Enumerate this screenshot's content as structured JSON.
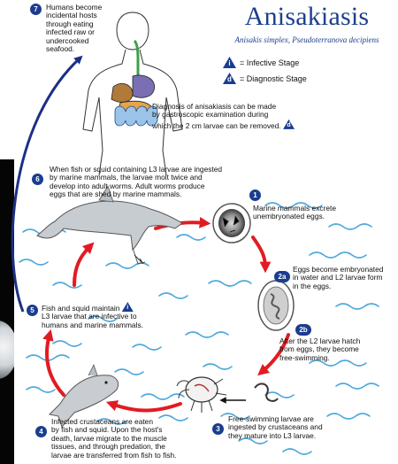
{
  "title": "Anisakiasis",
  "subtitle": "Anisakis simplex, Pseudoterranova decipiens",
  "legend": {
    "infective": {
      "symbol": "i",
      "label": "= Infective Stage"
    },
    "diagnostic": {
      "symbol": "d",
      "label": "= Diagnostic Stage"
    }
  },
  "diagnosis": {
    "lines": [
      "Diagnosis of anisakiasis can be made",
      "by gastroscopic examination during",
      "which the 2 cm larvae can be removed."
    ],
    "symbol": "d"
  },
  "steps": {
    "s7": {
      "num": "7",
      "lines": [
        "Humans become",
        "incidental hosts",
        "through eating",
        "infected raw or",
        "undercooked",
        "seafood."
      ]
    },
    "s6": {
      "num": "6",
      "lines": [
        "When fish or squid containing L3 larvae are ingested",
        "by marine mammals, the larvae molt twice and",
        "develop into adult worms.  Adult worms produce",
        "eggs that are shed by marine mammals."
      ]
    },
    "s1": {
      "num": "1",
      "lines": [
        "Marine mammals excrete",
        "unembryonated eggs."
      ]
    },
    "s2a": {
      "num": "2a",
      "lines": [
        "Eggs become embryonated",
        "in water and L2 larvae form",
        "in the eggs."
      ]
    },
    "s2b": {
      "num": "2b",
      "lines": [
        "After the L2 larvae hatch",
        "from eggs, they become",
        "free-swimming."
      ]
    },
    "s3": {
      "num": "3",
      "lines": [
        "Free-swimming larvae are",
        "ingested by crustaceans and",
        "they mature into L3 larvae."
      ]
    },
    "s4": {
      "num": "4",
      "lines": [
        "Infected crustaceans are eaten",
        "by fish and squid.  Upon the host's",
        "death, larvae migrate to the muscle",
        "tissues, and through predation, the",
        "larvae are transferred from fish to fish."
      ]
    },
    "s5": {
      "num": "5",
      "lines": [
        "Fish and squid maintain",
        "L3 larvae that are infective to",
        "humans and marine mammals."
      ],
      "symbol": "i"
    }
  },
  "colors": {
    "title_blue": "#1c3f8c",
    "step_blue": "#1a3d8f",
    "cycle_red": "#e21b23",
    "human_arrow_navy": "#1c2f86",
    "wave_blue": "#4fa8dc"
  }
}
